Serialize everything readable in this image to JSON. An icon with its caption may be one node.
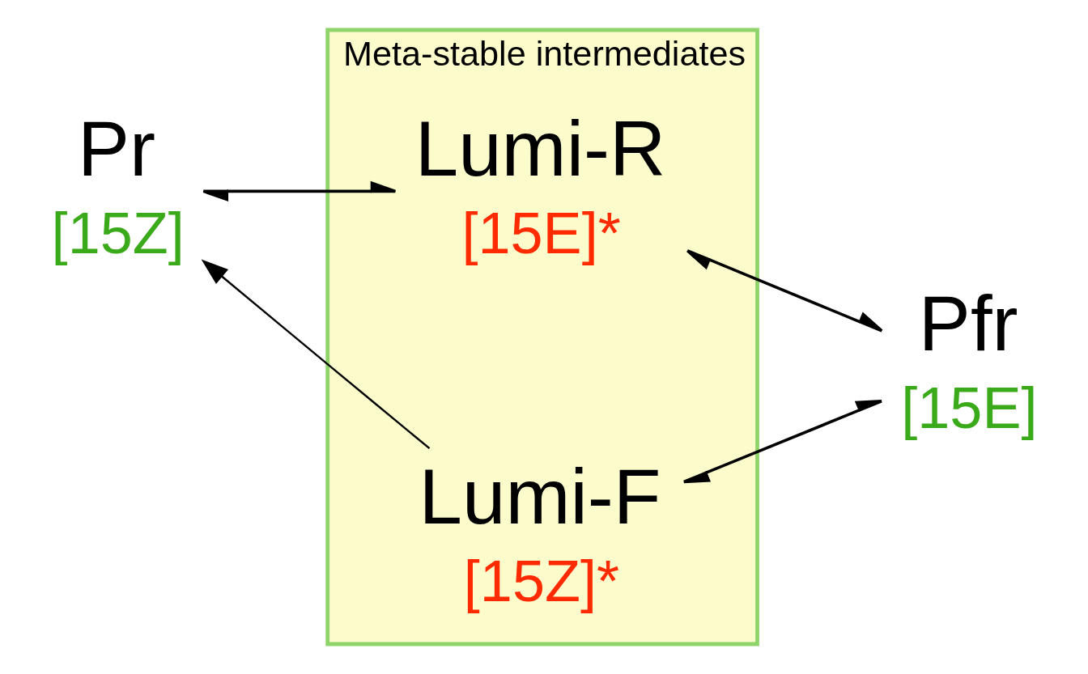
{
  "diagram": {
    "nodes": [
      {
        "text": [
          "Meta-stable intermediates"
        ]
      },
      {
        "text": [
          "Lumi-R",
          "[15E]*"
        ],
        "in": 0
      },
      {
        "text": [
          "Lumi-F",
          "[15Z]*"
        ],
        "in": 0
      },
      {
        "text": [
          "Pr",
          "[15Z]"
        ]
      },
      {
        "text": [
          "Pfr",
          "[15E]"
        ]
      }
    ],
    "edges": [
      {
        "from": 3,
        "to": 1,
        "arrow": "both"
      },
      {
        "from": 1,
        "to": 4,
        "arrow": "both"
      },
      {
        "from": 4,
        "to": 2,
        "arrow": "both"
      },
      {
        "from": 2,
        "to": 3,
        "arrow": "to"
      }
    ]
  }
}
